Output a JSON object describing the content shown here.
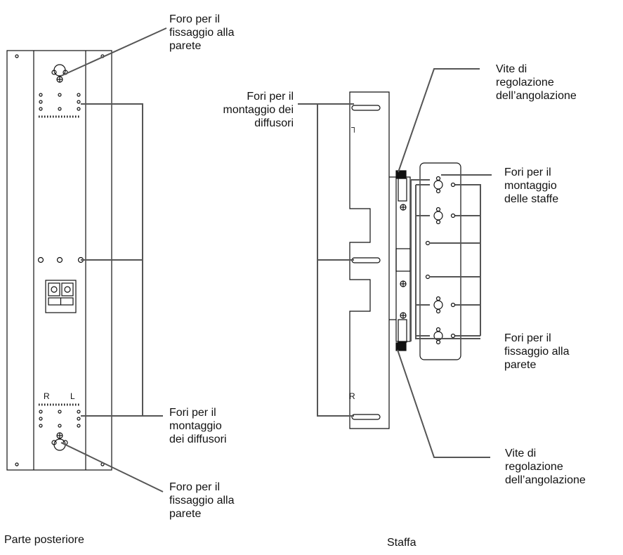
{
  "labels": {
    "back_top_wall_hole": [
      "Foro per il",
      "fissaggio alla",
      "parete"
    ],
    "back_speaker_mount_holes": [
      "Fori per il",
      "montaggio",
      "dei diffusori"
    ],
    "back_bottom_wall_hole": [
      "Foro per il",
      "fissaggio alla",
      "parete"
    ],
    "bracket_speaker_mount_holes": [
      "Fori per il",
      "montaggio dei",
      "diffusori"
    ],
    "bracket_top_angle_screw": [
      "Vite di",
      "regolazione",
      "dell’angolazione"
    ],
    "bracket_mount_holes": [
      "Fori per il",
      "montaggio",
      "delle staffe"
    ],
    "bracket_wall_holes": [
      "Fori per il",
      "fissaggio alla",
      "parete"
    ],
    "bracket_bottom_angle_screw": [
      "Vite di",
      "regolazione",
      "dell’angolazione"
    ]
  },
  "markings": {
    "right_channel": "R",
    "left_channel": "L",
    "bracket_top_mark": "┐",
    "bracket_bottom_mark": "R"
  },
  "captions": {
    "back_view": "Parte posteriore",
    "bracket_view": "Staffa"
  },
  "colors": {
    "outline": "#111111",
    "leader": "#555555"
  }
}
